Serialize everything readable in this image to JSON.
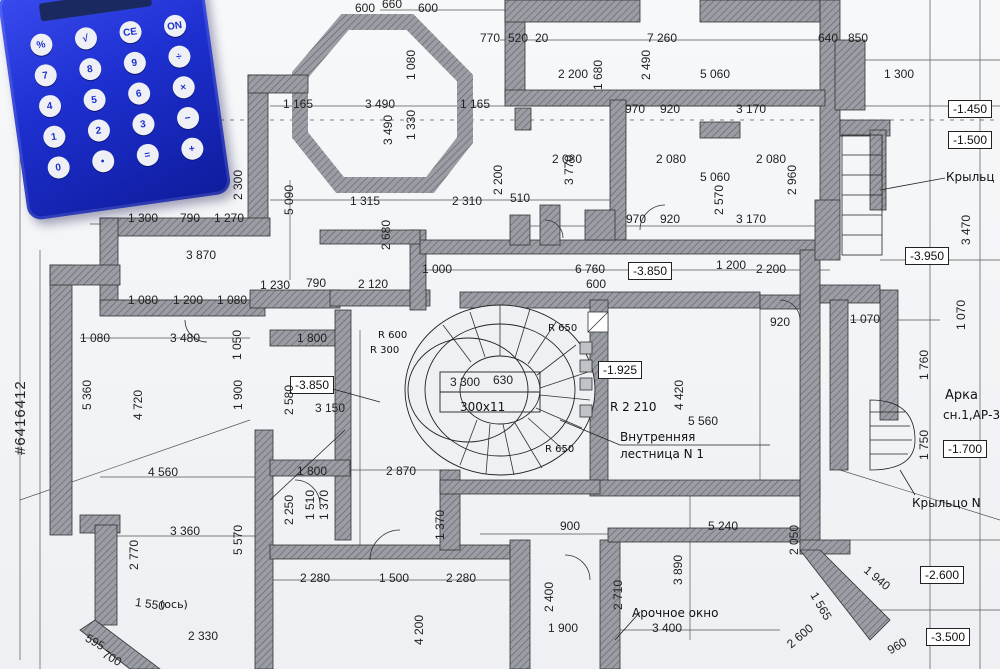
{
  "photo": {
    "watermark_id": "#6416412",
    "calculator_keys": [
      "%",
      "√",
      "CE",
      "ON",
      "7",
      "8",
      "9",
      "÷",
      "4",
      "5",
      "6",
      "×",
      "1",
      "2",
      "3",
      "−",
      "0",
      "•",
      "=",
      "+"
    ]
  },
  "levels": {
    "l1": "-1.450",
    "l2": "-1.500",
    "l3": "-3.850",
    "l4": "-3.950",
    "l5": "-3.850",
    "l6": "-1.925",
    "l7": "-1.700",
    "l8": "-2.600",
    "l9": "-3.500"
  },
  "notes": {
    "stair_1": "Внутренняя",
    "stair_2": "лестница N 1",
    "arch": "Арка",
    "arch_ref": "сн.1,АР-3",
    "porch_top": "Крыльц",
    "porch_bottom": "Крыльцо N",
    "window": "Арочное окно",
    "steps": "300x11",
    "radius_main": "R 2 210",
    "radius_600": "R 600",
    "radius_300": "R 300",
    "radius_650a": "R 650",
    "radius_650b": "R 650",
    "dia": "(ось)"
  },
  "dims": {
    "d1": "600",
    "d2": "660",
    "d3": "600",
    "d4": "770",
    "d5": "520",
    "d6": "20",
    "d7": "7 260",
    "d8": "640",
    "d9": "850",
    "d10": "2 200",
    "d11": "5 060",
    "d12": "2 490",
    "d13": "1 300",
    "d14": "1 165",
    "d15": "3 490",
    "d16": "1 165",
    "d17": "970",
    "d18": "920",
    "d19": "3 170",
    "d20": "2 080",
    "d21": "2 080",
    "d22": "2 080",
    "d23": "5 060",
    "d24": "2 960",
    "d25": "1 315",
    "d26": "2 310",
    "d27": "510",
    "d28": "970",
    "d29": "920",
    "d30": "3 170",
    "d31": "1 300",
    "d32": "790",
    "d33": "1 270",
    "d34": "3 870",
    "d35": "1 000",
    "d36": "6 760",
    "d37": "1 200",
    "d38": "2 200",
    "d39": "600",
    "d40": "1 080",
    "d41": "1 200",
    "d42": "1 080",
    "d43": "3 480",
    "d44": "1 230",
    "d45": "790",
    "d46": "2 120",
    "d47": "1 800",
    "d48": "1 080",
    "d49": "4 720",
    "d50": "5 360",
    "d51": "3 150",
    "d52": "3 300",
    "d53": "630",
    "d54": "4 420",
    "d55": "5 560",
    "d56": "920",
    "d57": "1 070",
    "d58": "1 760",
    "d59": "1 800",
    "d60": "2 870",
    "d61": "4 560",
    "d62": "3 360",
    "d63": "5 570",
    "d64": "2 770",
    "d65": "1 550",
    "d66": "2 330",
    "d67": "2 280",
    "d68": "1 500",
    "d69": "2 280",
    "d70": "900",
    "d71": "5 240",
    "d72": "2 050",
    "d73": "3 890",
    "d74": "2 710",
    "d75": "3 400",
    "d76": "2 400",
    "d77": "1 900",
    "d78": "4 200",
    "d79": "1 940",
    "d80": "1 565",
    "d81": "2 600",
    "d82": "595",
    "d83": "700",
    "d84": "960",
    "d85": "3 470",
    "d86": "1 070",
    "d87": "5 090",
    "d88": "2 680",
    "d89": "1 370",
    "d90": "2 580",
    "d91": "1 900",
    "d92": "1 050",
    "d93": "2 300",
    "d94": "3 770",
    "d95": "2 570",
    "d96": "1 680",
    "d97": "1 080",
    "d98": "1 330",
    "d99": "3 490",
    "d100": "1 750",
    "d101": "1 510",
    "d102": "2 250",
    "d103": "1 370",
    "d104": "2 200"
  }
}
